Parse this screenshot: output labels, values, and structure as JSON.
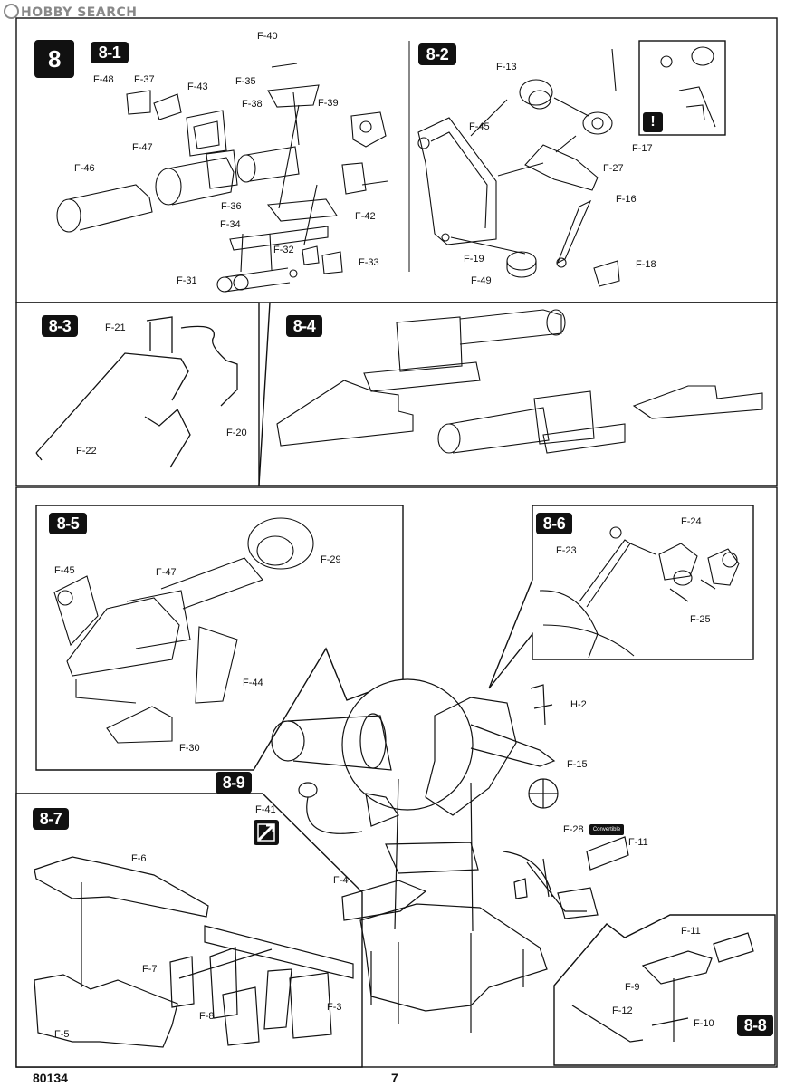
{
  "watermark": "HOBBY SEARCH",
  "footer": {
    "code": "80134",
    "page_number": "7"
  },
  "step": "8",
  "sub_steps": [
    "8-1",
    "8-2",
    "8-3",
    "8-4",
    "8-5",
    "8-6",
    "8-7",
    "8-8",
    "8-9"
  ],
  "parts": {
    "s81": [
      "F-40",
      "F-48",
      "F-37",
      "F-43",
      "F-35",
      "F-38",
      "F-39",
      "F-47",
      "F-46",
      "F-36",
      "F-42",
      "F-34",
      "F-32",
      "F-33",
      "F-31"
    ],
    "s82": [
      "F-13",
      "F-45",
      "F-17",
      "F-27",
      "F-16",
      "F-19",
      "F-18",
      "F-49"
    ],
    "s83": [
      "F-21",
      "F-20",
      "F-22"
    ],
    "s85": [
      "F-45",
      "F-47",
      "F-29",
      "F-44",
      "F-30"
    ],
    "s86": [
      "F-24",
      "F-23",
      "F-25"
    ],
    "s89": [
      "H-2",
      "F-15",
      "F-41",
      "F-28",
      "F-11",
      "F-4"
    ],
    "s87": [
      "F-6",
      "F-7",
      "F-8",
      "F-3",
      "F-5"
    ],
    "s88": [
      "F-11",
      "F-9",
      "F-12",
      "F-10"
    ]
  },
  "convertible_label": "Convertible",
  "warning_symbol": "!",
  "colors": {
    "ink": "#111111",
    "paper": "#ffffff",
    "watermark": "#888888"
  }
}
